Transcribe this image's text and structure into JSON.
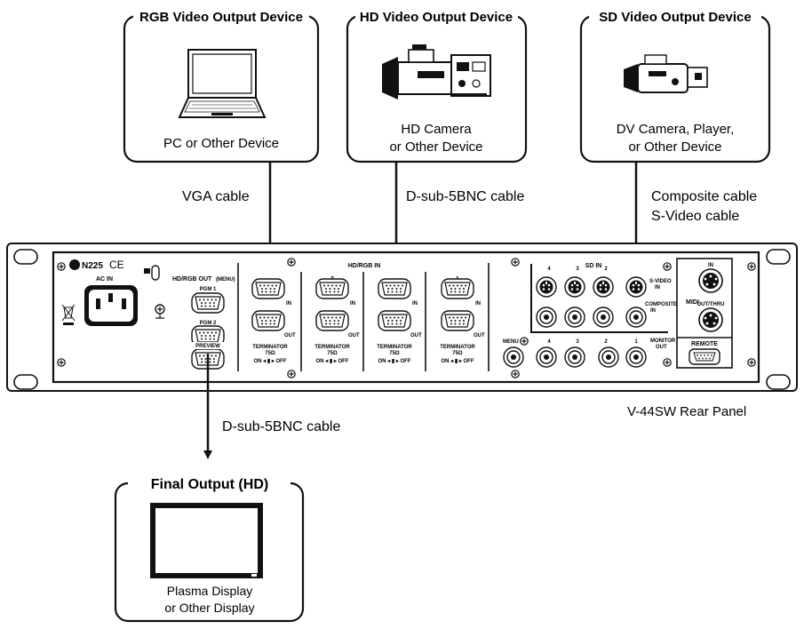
{
  "devices": {
    "rgb": {
      "title": "RGB Video Output Device",
      "line1": "PC or Other Device"
    },
    "hd": {
      "title": "HD Video Output Device",
      "line1": "HD Camera",
      "line2": "or Other Device"
    },
    "sd": {
      "title": "SD Video Output Device",
      "line1": "DV Camera, Player,",
      "line2": "or Other Device"
    },
    "final": {
      "title": "Final Output (HD)",
      "line1": "Plasma Display",
      "line2": "or Other Display"
    }
  },
  "cables": {
    "vga": "VGA cable",
    "dsub_hd": "D-sub-5BNC cable",
    "composite": "Composite cable",
    "svideo": "S-Video cable",
    "dsub_out": "D-sub-5BNC cable"
  },
  "panel": {
    "caption": "V-44SW Rear Panel",
    "cert": "N225",
    "ce": "CE",
    "ac_in": "AC IN",
    "hdrgb_out": "HD/RGB OUT",
    "menu_tag": "(MENU)",
    "pgm1": "PGM 1",
    "pgm2": "PGM 2",
    "preview": "PREVIEW",
    "hdrgb_in": "HD/RGB IN",
    "ch3": "3",
    "ch1": "1",
    "in": "IN",
    "out": "OUT",
    "terminator": "TERMINATOR",
    "term_sub": "75Ω",
    "on_off": "ON ◂ ▮ ▸ OFF",
    "sd_in": "SD IN",
    "sv4": "4",
    "sv3": "3",
    "sv2": "2",
    "svideo_in": "S-VIDEO",
    "svideo_in2": "IN",
    "composite_in": "COMPOSITE",
    "composite_in2": "IN",
    "menu": "MENU",
    "c4": "4",
    "c3": "3",
    "c2": "2",
    "c1": "1",
    "monitor_out": "MONITOR",
    "monitor_out2": "OUT",
    "midi": "MIDI",
    "midi_in": "IN",
    "midi_out": "OUT/THRU",
    "remote": "REMOTE"
  }
}
